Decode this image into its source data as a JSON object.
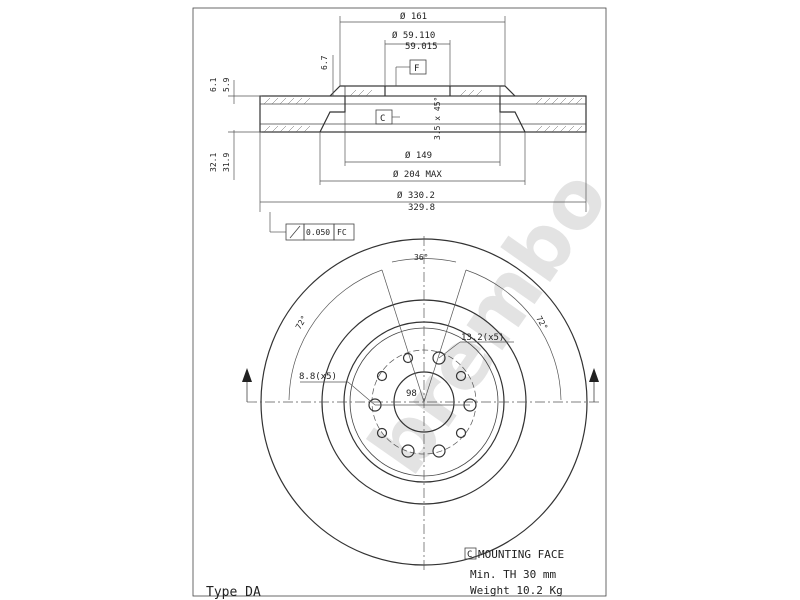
{
  "watermark": "brembo",
  "side_view": {
    "dims": {
      "d161": "Ø 161",
      "d59_110": "Ø 59.110",
      "d59_015": "59.015",
      "h6_7": "6.7",
      "h6_1": "6.1",
      "h5_9": "5.9",
      "h32_1": "32.1",
      "h31_9": "31.9",
      "chamfer": "3.5 x 45°",
      "d149": "Ø 149",
      "d204": "Ø 204 MAX",
      "d330_2": "Ø 330.2",
      "d329_8": "329.8"
    },
    "datum_f": "F",
    "datum_c": "C",
    "runout_value": "0.050",
    "runout_ref": "FC"
  },
  "front_view": {
    "angle_36": "36°",
    "angle_72_left": "72°",
    "angle_72_right": "72°",
    "hole_large": "13.2(x5)",
    "hole_small": "8.8(x5)",
    "pcd": "98"
  },
  "notes": {
    "mounting_face_key": "C",
    "mounting_face": "MOUNTING FACE",
    "min_th": "Min. TH 30 mm",
    "weight": "Weight 10.2 Kg",
    "type": "Type DA"
  }
}
